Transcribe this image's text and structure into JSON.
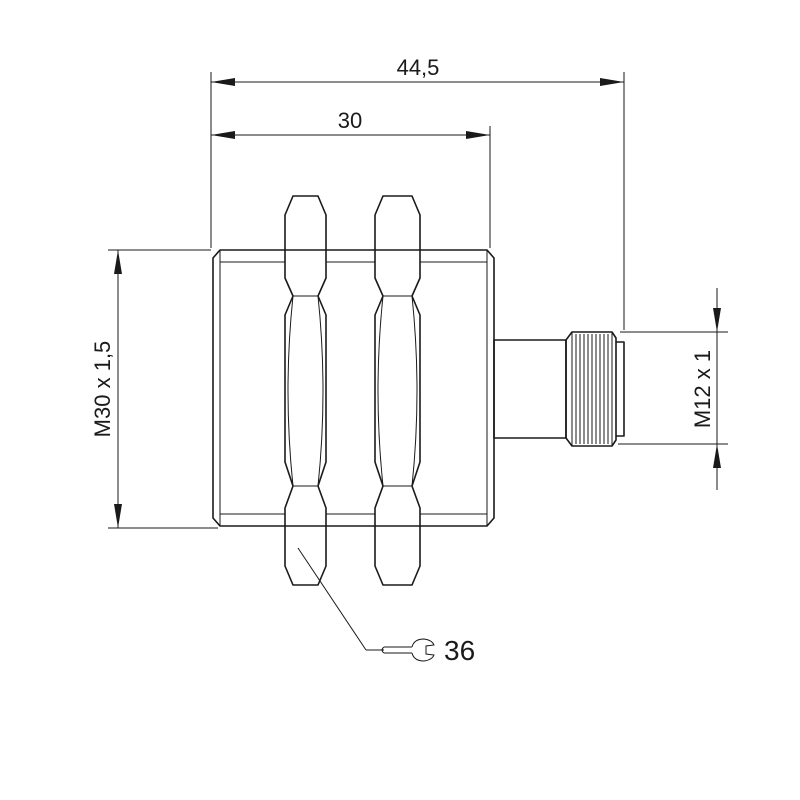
{
  "dimensions": {
    "overall_length": "44,5",
    "thread_length": "30",
    "body_thread": "M30 x 1,5",
    "connector_thread": "M12 x 1"
  },
  "wrench": {
    "size": "36",
    "icon": "wrench-icon"
  }
}
